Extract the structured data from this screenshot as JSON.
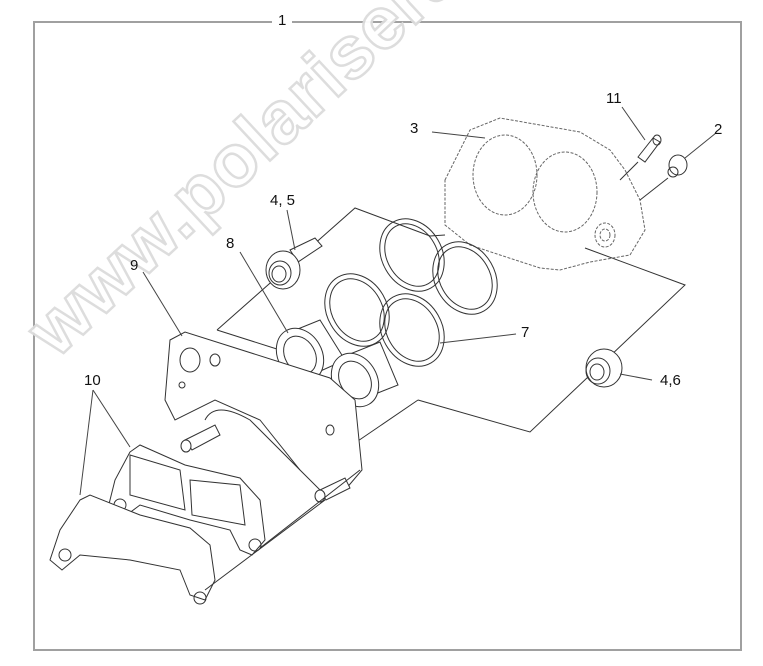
{
  "diagram": {
    "type": "exploded-parts-diagram",
    "subject": "brake caliper assembly",
    "frame_color": "#a0a0a0",
    "line_color": "#333333",
    "watermark": "www.polarisersatzteile.de",
    "callouts": [
      {
        "id": "c1",
        "label": "1",
        "part": "caliper assembly"
      },
      {
        "id": "c2",
        "label": "2",
        "part": "bleeder cap"
      },
      {
        "id": "c3",
        "label": "3",
        "part": "caliper body"
      },
      {
        "id": "c45",
        "label": "4, 5",
        "part": "pin / boot"
      },
      {
        "id": "c46",
        "label": "4,6",
        "part": "pin boot"
      },
      {
        "id": "c7",
        "label": "7",
        "part": "piston seals"
      },
      {
        "id": "c8",
        "label": "8",
        "part": "pistons"
      },
      {
        "id": "c9",
        "label": "9",
        "part": "bracket"
      },
      {
        "id": "c10",
        "label": "10",
        "part": "brake pads"
      },
      {
        "id": "c11",
        "label": "11",
        "part": "bleeder screw"
      }
    ]
  }
}
